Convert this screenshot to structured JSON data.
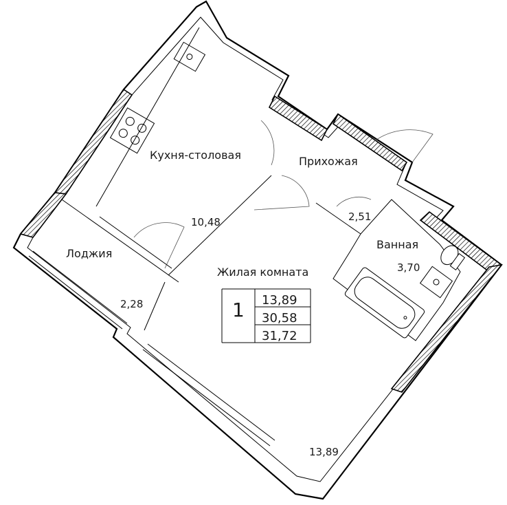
{
  "rooms": {
    "kitchen": {
      "label": "Кухня-столовая",
      "area": "10,48"
    },
    "hall": {
      "label": "Прихожая",
      "area": "2,51"
    },
    "bathroom": {
      "label": "Ванная",
      "area": "3,70"
    },
    "living": {
      "label": "Жилая комната",
      "area": "13,89"
    },
    "loggia": {
      "label": "Лоджия",
      "area": "2,28"
    }
  },
  "summary": {
    "rooms_count": "1",
    "living_area": "13,89",
    "total_area": "30,58",
    "total_with_loggia": "31,72"
  },
  "colors": {
    "wall": "#000000",
    "hatch": "#000000",
    "background": "#ffffff"
  }
}
